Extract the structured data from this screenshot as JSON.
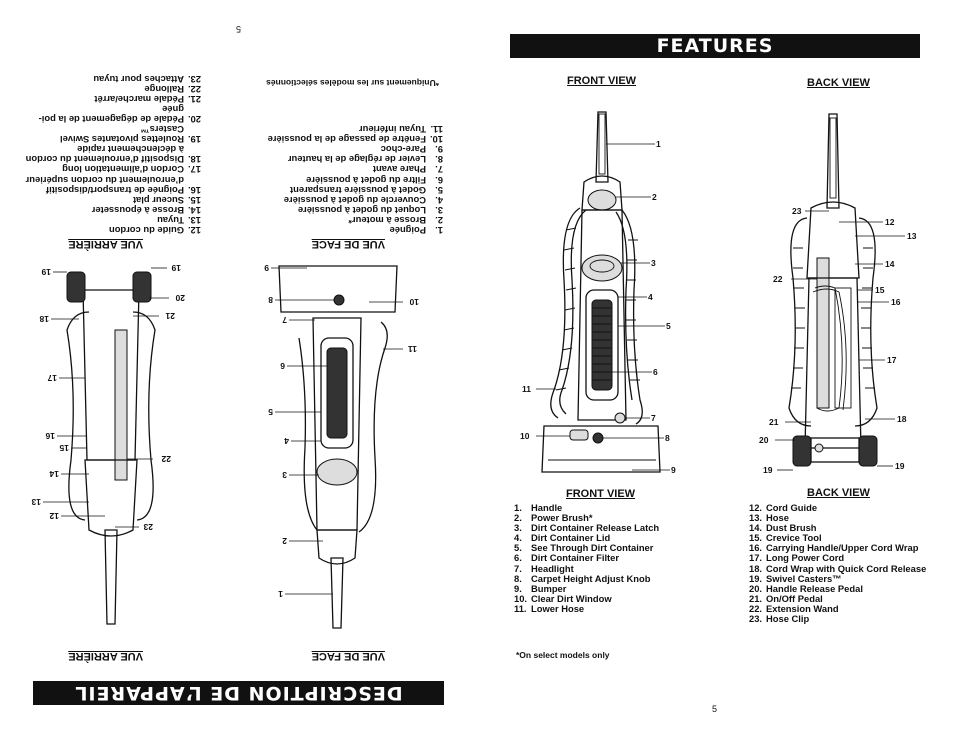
{
  "right": {
    "title": "FEATURES",
    "front_view_label": "FRONT VIEW",
    "back_view_label": "BACK VIEW",
    "front_list_header": "FRONT VIEW",
    "back_list_header": "BACK VIEW",
    "front_items": [
      {
        "n": "1.",
        "t": "Handle"
      },
      {
        "n": "2.",
        "t": "Power Brush*"
      },
      {
        "n": "3.",
        "t": "Dirt Container Release Latch"
      },
      {
        "n": "4.",
        "t": "Dirt Container Lid"
      },
      {
        "n": "5.",
        "t": "See Through Dirt Container"
      },
      {
        "n": "6.",
        "t": "Dirt Container Filter"
      },
      {
        "n": "7.",
        "t": "Headlight"
      },
      {
        "n": "8.",
        "t": "Carpet Height Adjust Knob"
      },
      {
        "n": "9.",
        "t": "Bumper"
      },
      {
        "n": "10.",
        "t": "Clear Dirt Window"
      },
      {
        "n": "11.",
        "t": "Lower Hose"
      }
    ],
    "back_items": [
      {
        "n": "12.",
        "t": "Cord Guide"
      },
      {
        "n": "13.",
        "t": "Hose"
      },
      {
        "n": "14.",
        "t": "Dust Brush"
      },
      {
        "n": "15.",
        "t": "Crevice Tool"
      },
      {
        "n": "16.",
        "t": "Carrying Handle/Upper Cord Wrap"
      },
      {
        "n": "17.",
        "t": "Long Power Cord"
      },
      {
        "n": "18.",
        "t": "Cord Wrap with Quick Cord Release"
      },
      {
        "n": "19.",
        "t": "Swivel Casters™"
      },
      {
        "n": "20.",
        "t": "Handle Release Pedal"
      },
      {
        "n": "21.",
        "t": "On/Off Pedal"
      },
      {
        "n": "22.",
        "t": "Extension Wand"
      },
      {
        "n": "23.",
        "t": "Hose Clip"
      }
    ],
    "footnote": "*On select models only",
    "page_number": "5"
  },
  "left": {
    "title": "DESCRIPTION DE L’APPAREIL",
    "front_view_label": "VUE DE FACE",
    "back_view_label": "VUE ARRIÈRE",
    "front_list_header": "VUE DE FACE",
    "back_list_header": "VUE ARRIÈRE",
    "front_items": [
      {
        "n": "1.",
        "t": "Poignée"
      },
      {
        "n": "2.",
        "t": "Brosse à moteur*"
      },
      {
        "n": "3.",
        "t": "Loquet du godet à poussière"
      },
      {
        "n": "4.",
        "t": "Couvercle du godet à poussière"
      },
      {
        "n": "5.",
        "t": "Godet à poussière transparent"
      },
      {
        "n": "6.",
        "t": "Filtre du godet à poussière"
      },
      {
        "n": "7.",
        "t": "Phare avant"
      },
      {
        "n": "8.",
        "t": "Levier de réglage de la hauteur"
      },
      {
        "n": "9.",
        "t": "Pare-choc"
      },
      {
        "n": "10.",
        "t": "Fenêtre de passage de la poussière"
      },
      {
        "n": "11.",
        "t": "Tuyau inférieur"
      }
    ],
    "back_items": [
      {
        "n": "12.",
        "t": "Guide du cordon"
      },
      {
        "n": "13.",
        "t": "Tuyau"
      },
      {
        "n": "14.",
        "t": "Brosse à épousseter"
      },
      {
        "n": "15.",
        "t": "Suceur plat"
      },
      {
        "n": "16.",
        "t": "Poignée de transport/dispositif"
      },
      {
        "n": "",
        "t": "d’enroulement du cordon supérieur"
      },
      {
        "n": "17.",
        "t": "Cordon d’alimentation long"
      },
      {
        "n": "18.",
        "t": "Dispositif d’enroulement du cordon"
      },
      {
        "n": "",
        "t": "à déclenchement rapide"
      },
      {
        "n": "19.",
        "t": "Roulettes pivotantes Swivel"
      },
      {
        "n": "",
        "t": "Casters™"
      },
      {
        "n": "20.",
        "t": "Pédale de dégagement de la poi-"
      },
      {
        "n": "",
        "t": "gnée"
      },
      {
        "n": "21.",
        "t": "Pédale marche/arrêt"
      },
      {
        "n": "22.",
        "t": "Rallonge"
      },
      {
        "n": "23.",
        "t": "Attaches pour tuyau"
      }
    ],
    "footnote": "*Uniquement sur les modèles sélectionnés",
    "page_number": "5"
  },
  "front_callouts": [
    "1",
    "2",
    "3",
    "4",
    "5",
    "6",
    "7",
    "8",
    "9",
    "10",
    "11"
  ],
  "back_callouts": [
    "12",
    "13",
    "14",
    "15",
    "16",
    "17",
    "18",
    "19",
    "19",
    "20",
    "21",
    "22",
    "23"
  ]
}
